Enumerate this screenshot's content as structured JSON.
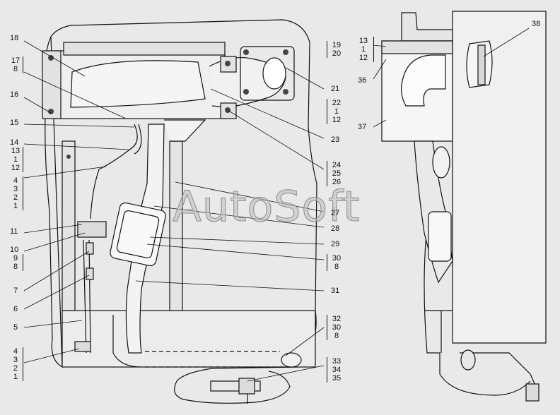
{
  "watermark": "AutoSoft",
  "left_view": {
    "callouts": [
      {
        "id": "c18",
        "text": "18"
      },
      {
        "id": "c16",
        "text": "16"
      },
      {
        "id": "c15",
        "text": "15"
      },
      {
        "id": "c14",
        "text": "14"
      },
      {
        "id": "c11",
        "text": "11"
      },
      {
        "id": "c10",
        "text": "10"
      },
      {
        "id": "c7",
        "text": "7"
      },
      {
        "id": "c6",
        "text": "6"
      },
      {
        "id": "c5",
        "text": "5"
      },
      {
        "id": "c21",
        "text": "21"
      },
      {
        "id": "c23",
        "text": "23"
      },
      {
        "id": "c27",
        "text": "27"
      },
      {
        "id": "c28",
        "text": "28"
      },
      {
        "id": "c29",
        "text": "29"
      },
      {
        "id": "c31",
        "text": "31"
      }
    ],
    "groups": [
      {
        "id": "g17",
        "lines": [
          "17",
          "8"
        ]
      },
      {
        "id": "g13",
        "lines": [
          "13",
          "1",
          "12"
        ]
      },
      {
        "id": "g4a",
        "lines": [
          "4",
          "3",
          "2",
          "1"
        ]
      },
      {
        "id": "g9",
        "lines": [
          "9",
          "8"
        ]
      },
      {
        "id": "g4b",
        "lines": [
          "4",
          "3",
          "2",
          "1"
        ]
      },
      {
        "id": "g19",
        "lines": [
          "19",
          "20"
        ]
      },
      {
        "id": "g22",
        "lines": [
          "22",
          "1",
          "12"
        ]
      },
      {
        "id": "g24",
        "lines": [
          "24",
          "25",
          "26"
        ]
      },
      {
        "id": "g30",
        "lines": [
          "30",
          "8"
        ]
      },
      {
        "id": "g32",
        "lines": [
          "32",
          "30",
          "8"
        ]
      },
      {
        "id": "g33",
        "lines": [
          "33",
          "34",
          "35"
        ]
      }
    ]
  },
  "right_view": {
    "callouts": [
      {
        "id": "c36",
        "text": "36"
      },
      {
        "id": "c37",
        "text": "37"
      },
      {
        "id": "c38",
        "text": "38"
      }
    ],
    "groups": [
      {
        "id": "g13r",
        "lines": [
          "13",
          "1",
          "12"
        ]
      }
    ]
  }
}
